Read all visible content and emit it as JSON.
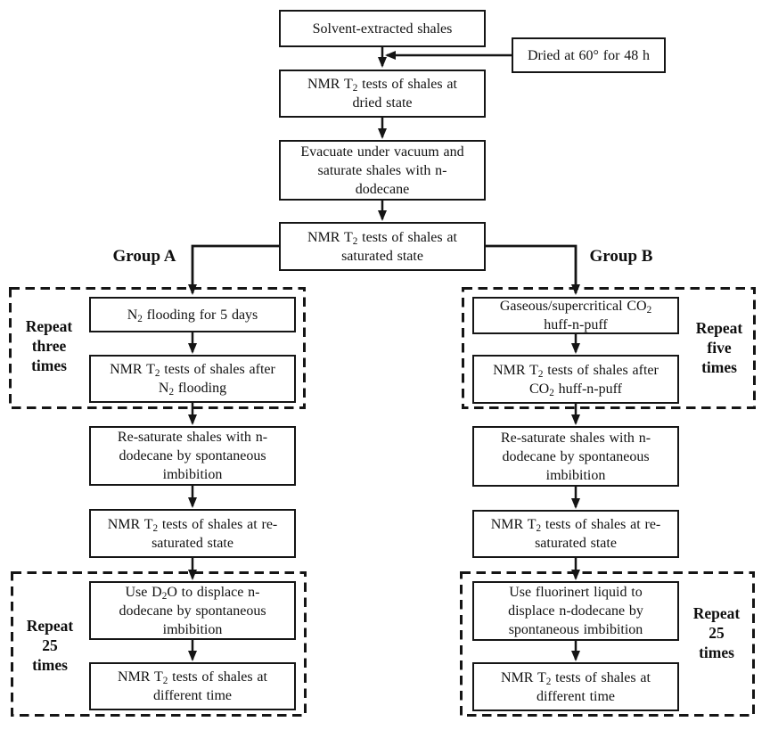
{
  "meta": {
    "description": "Experimental workflow flowchart for NMR T2 tests on solvent-extracted shales",
    "ink_color": "#151515",
    "background_color": "#ffffff"
  },
  "boxes": {
    "solvent": "Solvent-extracted shales",
    "dried_note": "Dried at 60° for 48 h",
    "nmr_dried": "NMR T~2~ tests of shales at\ndried state",
    "evacuate": "Evacuate under vacuum and\nsaturate shales with n-\ndodecane",
    "nmr_saturated": "NMR T~2~ tests of shales at\nsaturated state",
    "a_flooding": "N~2~ flooding for 5 days",
    "a_nmr_after": "NMR T~2~ tests of shales after\nN~2~ flooding",
    "a_resaturate": "Re-saturate shales with n-\ndodecane by spontaneous\nimbibition",
    "a_nmr_resat": "NMR T~2~ tests of shales at re-\nsaturated state",
    "a_displace": "Use D~2~O to displace n-\ndodecane by spontaneous\nimbibition",
    "a_nmr_time": "NMR T~2~ tests of shales at\ndifferent time",
    "b_huff": "Gaseous/supercritical CO~2~\nhuff-n-puff",
    "b_nmr_after": "NMR T~2~ tests of shales after\nCO~2~ huff-n-puff",
    "b_resaturate": "Re-saturate shales with n-\ndodecane by spontaneous\nimbibition",
    "b_nmr_resat": "NMR T~2~ tests of shales at re-\nsaturated state",
    "b_displace": "Use fluorinert liquid to\ndisplace n-dodecane by\nspontaneous imbibition",
    "b_nmr_time": "NMR T~2~ tests of shales at\ndifferent time"
  },
  "labels": {
    "group_a": "Group A",
    "group_b": "Group B",
    "repeat_three": "Repeat\nthree\ntimes",
    "repeat_five": "Repeat\nfive\ntimes",
    "repeat_25_a": "Repeat\n25\ntimes",
    "repeat_25_b": "Repeat\n25\ntimes"
  }
}
